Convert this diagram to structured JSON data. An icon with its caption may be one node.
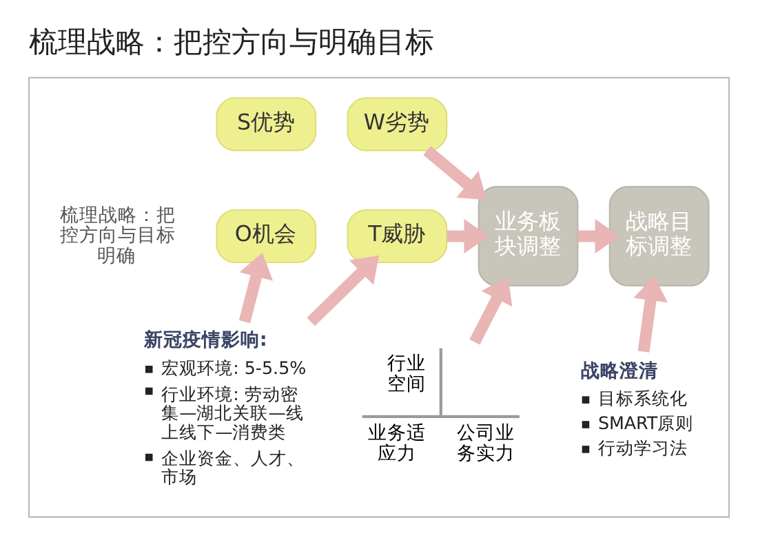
{
  "diagram": {
    "title": "梳理战略：把控方向与明确目标",
    "nodes": [
      {
        "text": [],
        "shape": "box"
      },
      {
        "text": [
          "S优势"
        ],
        "in": 0
      },
      {
        "text": [
          "W劣势"
        ],
        "in": 0
      },
      {
        "text": [
          "O机会"
        ],
        "in": 0
      },
      {
        "text": [
          "T威胁"
        ],
        "in": 0
      },
      {
        "text": [
          "业务板块调整"
        ],
        "in": 0
      },
      {
        "text": [
          "战略目标调整"
        ],
        "in": 0
      },
      {
        "text": [
          "新冠疫情影响:",
          "宏观环境: 5-5.5%",
          "行业环境: 劳动密集—湖北关联—线上线下—消费类",
          "企业资金、人才、市场"
        ],
        "in": 0
      },
      {
        "text": [
          "行业空间",
          "业务适应力",
          "公司业务实力"
        ],
        "in": 0
      },
      {
        "text": [
          "战略澄清",
          "目标系统化",
          "SMART原则",
          "行动学习法"
        ],
        "in": 0
      }
    ],
    "edges": [
      {
        "from": 2,
        "to": 5,
        "arrow": "to"
      },
      {
        "from": 4,
        "to": 5,
        "arrow": "to"
      },
      {
        "from": 5,
        "to": 6,
        "arrow": "to"
      },
      {
        "from": 7,
        "to": 3,
        "arrow": "to"
      },
      {
        "from": 7,
        "to": 4,
        "arrow": "to"
      },
      {
        "from": 8,
        "to": 5,
        "arrow": "to"
      },
      {
        "from": 9,
        "to": 6,
        "arrow": "to"
      }
    ],
    "labels": [
      "梳理战略：把控方向与目标明确"
    ]
  }
}
